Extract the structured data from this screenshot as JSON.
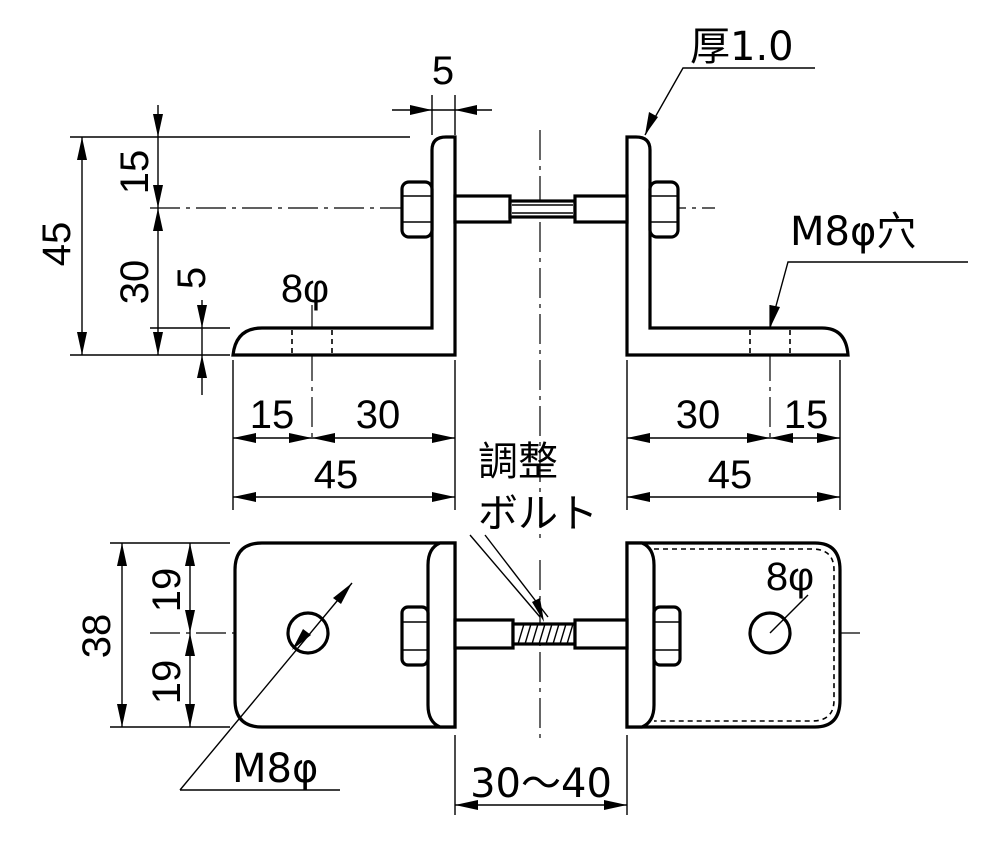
{
  "labels": {
    "thickness": "厚1.0",
    "m8_hole": "M8φ穴",
    "hole_dia_top": "8φ",
    "hole_dia_bottom": "8φ",
    "adjust_bolt_line1": "調整",
    "adjust_bolt_line2": "ボルト",
    "m8": "M8φ",
    "gap_range": "30〜40"
  },
  "dimensions": {
    "flange_thickness": "5",
    "total_height": "45",
    "upper_height": "15",
    "lower_height": "30",
    "base_thickness": "5",
    "left_hole_offset": "15",
    "left_hole_to_wall": "30",
    "left_base_length": "45",
    "right_wall_to_hole": "30",
    "right_hole_offset": "15",
    "right_base_length": "45",
    "width_total": "38",
    "width_half_top": "19",
    "width_half_bottom": "19"
  }
}
